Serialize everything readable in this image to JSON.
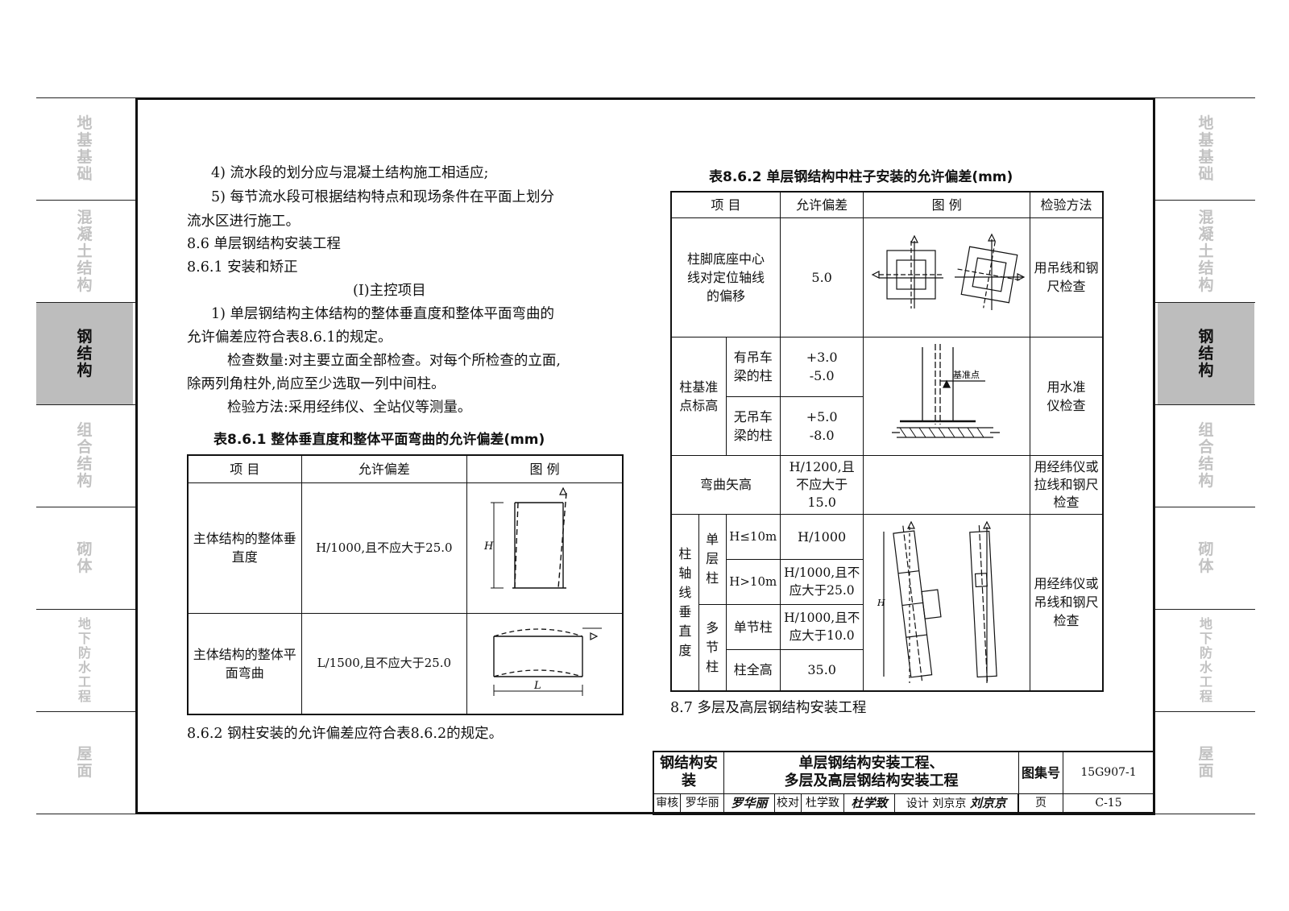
{
  "side_tabs": [
    "地基基础",
    "混凝土结构",
    "钢结构",
    "组合结构",
    "砌体",
    "地下防水工程",
    "屋面"
  ],
  "body_text": {
    "line1": "4) 流水段的划分应与混凝土结构施工相适应;",
    "line2": "5) 每节流水段可根据结构特点和现场条件在平面上划分",
    "line3": "流水区进行施工。",
    "section_8_6": "8.6 单层钢结构安装工程",
    "section_8_6_1": "8.6.1 安装和矫正",
    "subhead": "(Ⅰ)主控项目",
    "item1_a": "1) 单层钢结构主体结构的整体垂直度和整体平面弯曲的",
    "item1_b": "允许偏差应符合表8.6.1的规定。",
    "check_qty_a": "检查数量:对主要立面全部检查。对每个所检查的立面,",
    "check_qty_b": "除两列角柱外,尚应至少选取一列中间柱。",
    "check_method": "检验方法:采用经纬仪、全站仪等测量。",
    "section_8_6_2": "8.6.2 钢柱安装的允许偏差应符合表8.6.2的规定。",
    "section_8_7": "8.7 多层及高层钢结构安装工程"
  },
  "table1": {
    "caption": "表8.6.1 整体垂直度和整体平面弯曲的允许偏差(mm)",
    "headers": [
      "项  目",
      "允许偏差",
      "图  例"
    ],
    "rows": [
      {
        "item": "主体结构的整体垂直度",
        "tolerance": "H/1000,且不应大于25.0"
      },
      {
        "item": "主体结构的整体平面弯曲",
        "tolerance": "L/1500,且不应大于25.0"
      }
    ],
    "fig_label_h": "H",
    "fig_label_l": "L"
  },
  "table2": {
    "caption": "表8.6.2 单层钢结构中柱子安装的允许偏差(mm)",
    "headers": [
      "项  目",
      "允许偏差",
      "图  例",
      "检验方法"
    ],
    "r1": {
      "item": "柱脚底座中心线对定位轴线的偏移",
      "tol": "5.0",
      "method": "用吊线和钢尺检查"
    },
    "r2": {
      "group": "柱基准点标高",
      "sub1": "有吊车梁的柱",
      "tol1a": "+3.0",
      "tol1b": "-5.0",
      "sub2": "无吊车梁的柱",
      "tol2a": "+5.0",
      "tol2b": "-8.0",
      "method": "用水准仪检查",
      "fig_label": "基准点"
    },
    "r3": {
      "item": "弯曲矢高",
      "tol": "H/1200,且不应大于15.0",
      "method": "用经纬仪或拉线和钢尺检查"
    },
    "r4": {
      "group": "柱轴线垂直度",
      "sg1": "单层柱",
      "sg2": "多节柱",
      "s1": "H≤10m",
      "t1": "H/1000",
      "s2": "H>10m",
      "t2": "H/1000,且不应大于25.0",
      "s3": "单节柱",
      "t3": "H/1000,且不应大于10.0",
      "s4": "柱全高",
      "t4": "35.0",
      "method": "用经纬仪或吊线和钢尺检查",
      "fig_label": "H"
    }
  },
  "title_block": {
    "category": "钢结构安装",
    "title1": "单层钢结构安装工程、",
    "title2": "多层及高层钢结构安装工程",
    "atlas_label": "图集号",
    "atlas_no": "15G907-1",
    "review_label": "审核",
    "reviewer": "罗华丽",
    "reviewer_sig": "罗华丽",
    "check_label": "校对",
    "checker": "杜学致",
    "checker_sig": "杜学致",
    "design_label": "设计",
    "designer": "刘京京",
    "designer_sig": "刘京京",
    "page_label": "页",
    "page_no": "C-15"
  }
}
